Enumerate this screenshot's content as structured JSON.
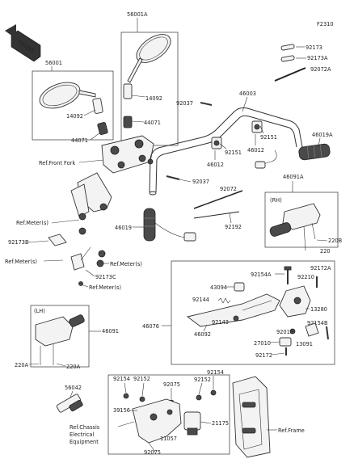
{
  "figure_code": "F2310",
  "front_badge": "FRONT",
  "labels": {
    "p56001a": "56001A",
    "p56001": "56001",
    "p14092_left": "14092",
    "p14092_right": "14092",
    "p44071_left": "44071",
    "p44071_right": "44071",
    "ref_front_fork": "Ref.Front Fork",
    "p92173": "92173",
    "p92173a": "92173A",
    "p92072a": "92072A",
    "p46003": "46003",
    "p92037_top": "92037",
    "p92151_a": "92151",
    "p92151_b": "92151",
    "p46012_a": "46012",
    "p46012_b": "46012",
    "p46019a": "46019A",
    "p92037_mid": "92037",
    "p92072": "92072",
    "p92192": "92192",
    "p46019": "46019",
    "p46091a": "46091A",
    "rh": "(RH)",
    "p220b": "220B",
    "p220": "220",
    "ref_meter_1": "Ref.Meter(s)",
    "p92173b": "92173B",
    "ref_meter_2": "Ref.Meter(s)",
    "ref_meter_3": "Ref.Meter(s)",
    "p92173c": "92173C",
    "ref_meter_4": "Ref.Meter(s)",
    "p92154a": "92154A",
    "p92172a": "92172A",
    "p92210": "92210",
    "p43094": "43094",
    "p92144": "92144",
    "p46076": "46076",
    "p13280": "13280",
    "p92143": "92143",
    "p46092": "46092",
    "p92154b": "92154B",
    "p92015": "92015",
    "p27010": "27010",
    "p13091": "13091",
    "p92172": "92172",
    "lh": "(LH)",
    "p46091": "46091",
    "p220a_1": "220A",
    "p220a_2": "220A",
    "p56042": "56042",
    "p92154_1": "92154",
    "p92152_1": "92152",
    "p92075_top": "92075",
    "p92152_2": "92152",
    "p92154_2": "92154",
    "p39156": "39156",
    "p21175": "21175",
    "ref_frame": "Ref.Frame",
    "ref_chassis_1": "Ref.Chassis",
    "ref_chassis_2": "Electrical",
    "ref_chassis_3": "Equipment",
    "p11057": "11057",
    "p92075_bottom": "92075"
  }
}
